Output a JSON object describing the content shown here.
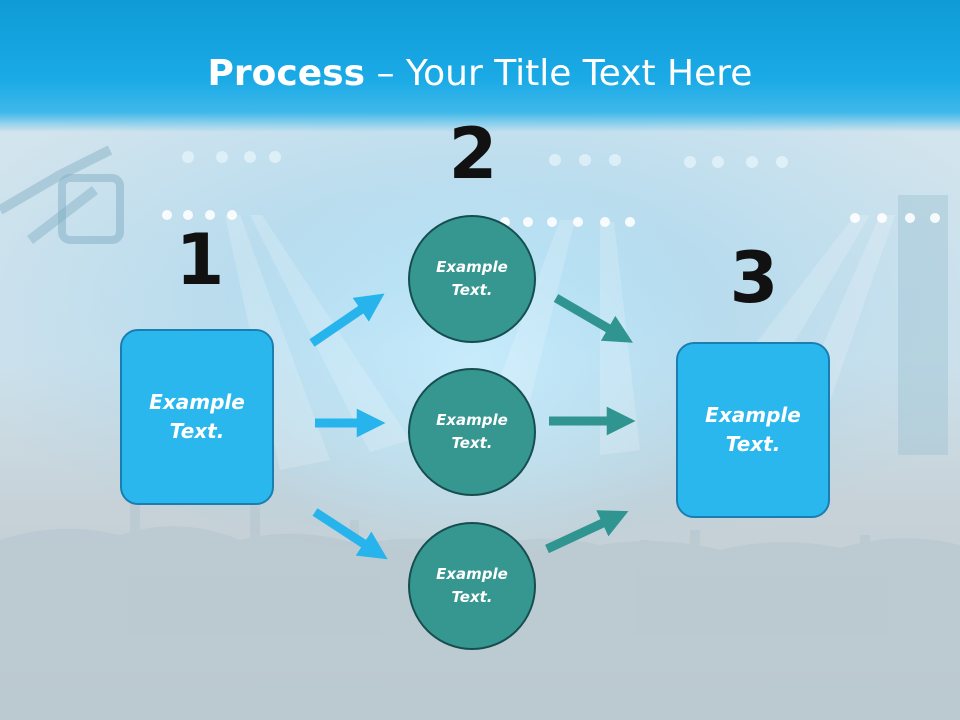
{
  "slide": {
    "title_bold": "Process",
    "title_rest": " – Your Title Text Here"
  },
  "steps": {
    "one": "1",
    "two": "2",
    "three": "3"
  },
  "nodes": {
    "start_box": [
      "Example",
      "Text."
    ],
    "middle_circles": [
      [
        "Example",
        "Text."
      ],
      [
        "Example",
        "Text."
      ],
      [
        "Example",
        "Text."
      ]
    ],
    "end_box": [
      "Example",
      "Text."
    ]
  },
  "colors": {
    "header": "#1aaae6",
    "box_fill": "#2ab7ee",
    "circle_fill": "#369690",
    "arrow_blue": "#27b4ec",
    "arrow_teal": "#309590"
  }
}
